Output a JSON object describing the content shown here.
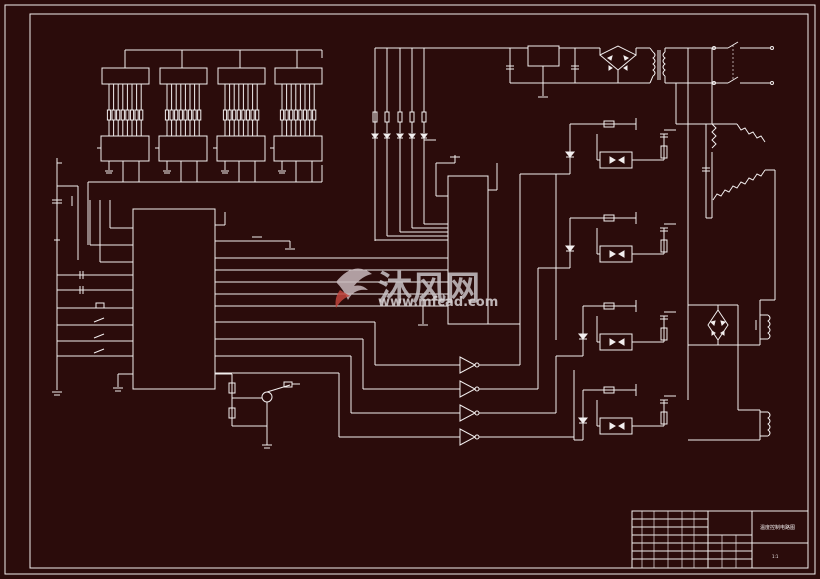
{
  "drawing": {
    "background": "#2b0c0b",
    "line_color": "#f2eeee"
  },
  "watermark": {
    "logo_icon": "mfcad-logo",
    "text": "沐风网",
    "url": "www.mfcad.com"
  },
  "title_block": {
    "title": "温度控制电路图",
    "sheet": "1:1"
  }
}
